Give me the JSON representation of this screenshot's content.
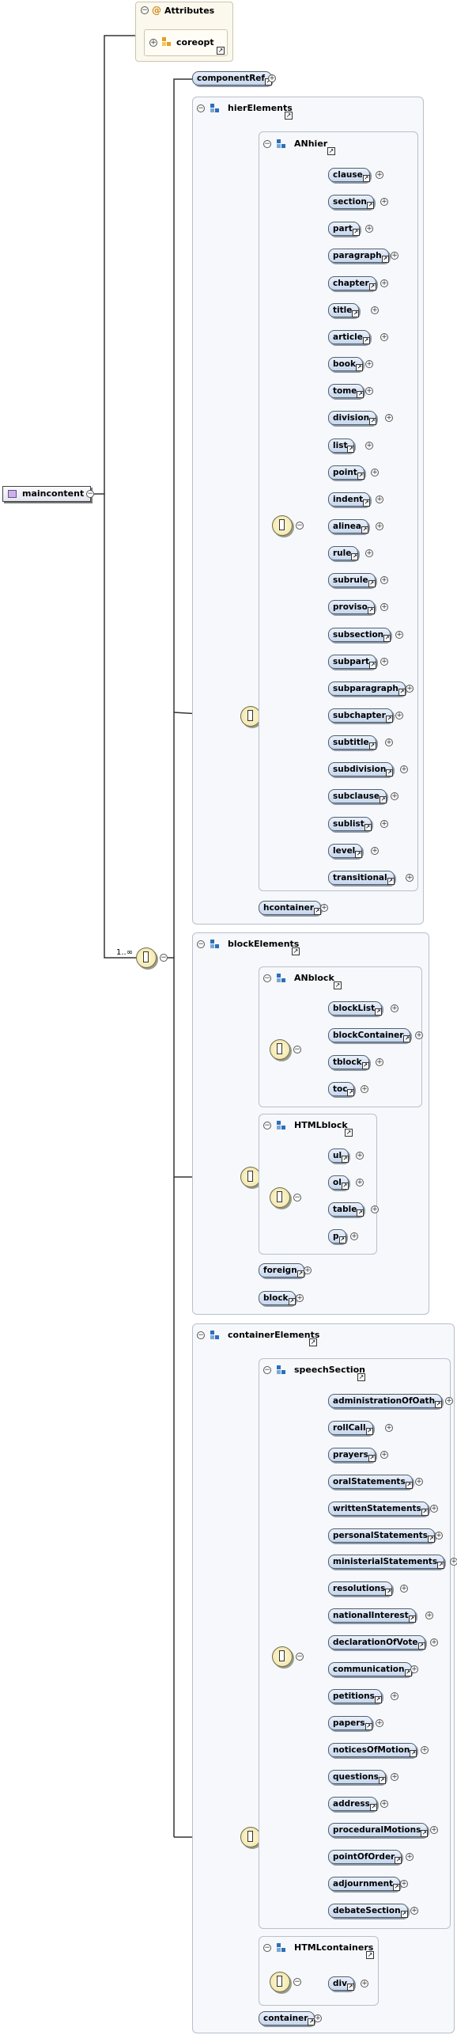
{
  "root": {
    "label": "maincontent"
  },
  "attributes": {
    "label": "Attributes",
    "group_ref": "coreopt"
  },
  "multiplicity": "1..∞",
  "component_ref": "componentRef",
  "hier": {
    "group": "hierElements",
    "subgroup": "ANhier",
    "items": [
      "clause",
      "section",
      "part",
      "paragraph",
      "chapter",
      "title",
      "article",
      "book",
      "tome",
      "division",
      "list",
      "point",
      "indent",
      "alinea",
      "rule",
      "subrule",
      "proviso",
      "subsection",
      "subpart",
      "subparagraph",
      "subchapter",
      "subtitle",
      "subdivision",
      "subclause",
      "sublist",
      "level",
      "transitional"
    ],
    "extra": "hcontainer"
  },
  "block": {
    "group": "blockElements",
    "anblock": {
      "label": "ANblock",
      "items": [
        "blockList",
        "blockContainer",
        "tblock",
        "toc"
      ]
    },
    "htmlblock": {
      "label": "HTMLblock",
      "items": [
        "ul",
        "ol",
        "table",
        "p"
      ]
    },
    "extras": [
      "foreign",
      "block"
    ]
  },
  "container": {
    "group": "containerElements",
    "speech": {
      "label": "speechSection",
      "items": [
        "administrationOfOath",
        "rollCall",
        "prayers",
        "oralStatements",
        "writtenStatements",
        "personalStatements",
        "ministerialStatements",
        "resolutions",
        "nationalInterest",
        "declarationOfVote",
        "communication",
        "petitions",
        "papers",
        "noticesOfMotion",
        "questions",
        "address",
        "proceduralMotions",
        "pointOfOrder",
        "adjournment",
        "debateSection"
      ]
    },
    "htmlcont": {
      "label": "HTMLcontainers",
      "items": [
        "div"
      ]
    },
    "extra": "container"
  }
}
